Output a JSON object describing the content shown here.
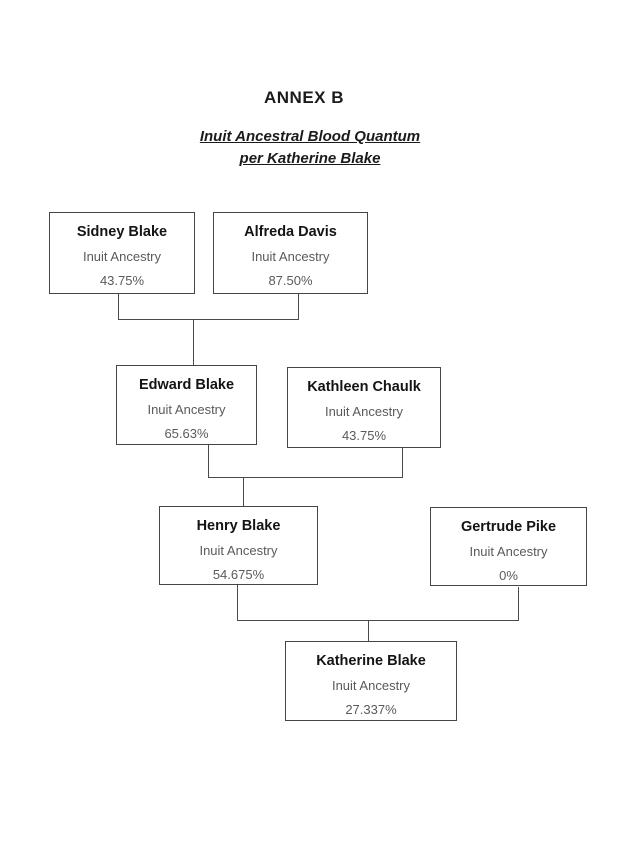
{
  "page": {
    "annex_title": "ANNEX B",
    "subtitle_line1": "Inuit Ancestral Blood Quantum",
    "subtitle_line2": "per Katherine Blake"
  },
  "tree": {
    "nodes": [
      {
        "name": "Sidney Blake",
        "label": "Inuit Ancestry",
        "quantum": "43.75%"
      },
      {
        "name": "Alfreda Davis",
        "label": "Inuit Ancestry",
        "quantum": "87.50%"
      },
      {
        "name": "Edward Blake",
        "label": "Inuit Ancestry",
        "quantum": "65.63%"
      },
      {
        "name": "Kathleen Chaulk",
        "label": "Inuit Ancestry",
        "quantum": "43.75%"
      },
      {
        "name": "Henry Blake",
        "label": "Inuit Ancestry",
        "quantum": "54.675%"
      },
      {
        "name": "Gertrude Pike",
        "label": "Inuit Ancestry",
        "quantum": "0%"
      },
      {
        "name": "Katherine Blake",
        "label": "Inuit Ancestry",
        "quantum": "27.337%"
      }
    ],
    "relationships": [
      {
        "parents": [
          "Sidney Blake",
          "Alfreda Davis"
        ],
        "child": "Edward Blake"
      },
      {
        "parents": [
          "Edward Blake",
          "Kathleen Chaulk"
        ],
        "child": "Henry Blake"
      },
      {
        "parents": [
          "Henry Blake",
          "Gertrude Pike"
        ],
        "child": "Katherine Blake"
      }
    ]
  },
  "colors": {
    "background": "#ffffff",
    "box_border": "#454545",
    "connector_line": "#4a4a4a",
    "name_text": "#141414",
    "secondary_text": "#5a5a5a"
  }
}
